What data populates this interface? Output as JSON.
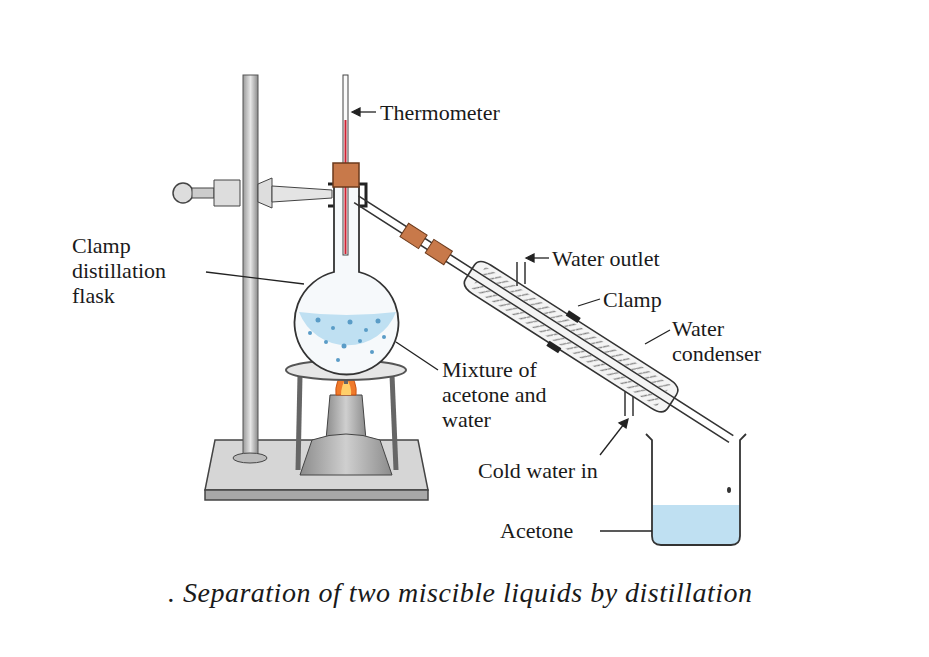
{
  "diagram": {
    "caption": ". Separation of two miscible liquids by distillation",
    "labels": [
      "Thermometer",
      "Clamp distillation flask",
      "Water outlet",
      "Clamp",
      "Water condenser",
      "Mixture of acetone and water",
      "Cold water in",
      "Acetone"
    ]
  }
}
